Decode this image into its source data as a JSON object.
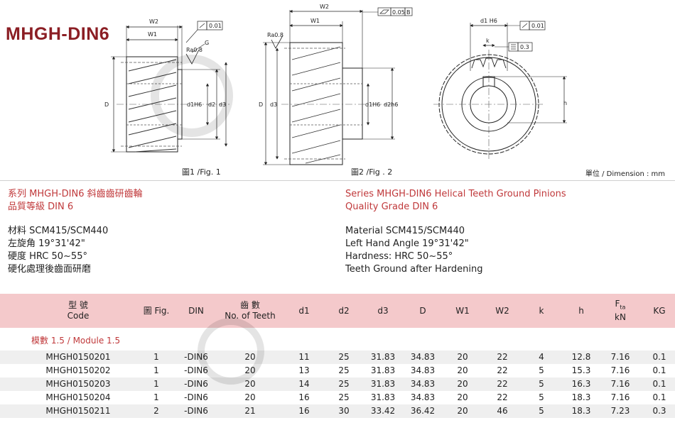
{
  "title": "MHGH-DIN6",
  "figures": {
    "fig1_label": "圖1 /Fig. 1",
    "fig2_label": "圖2 /Fig . 2",
    "unit": "單位 / Dimension : mm",
    "fig1_dims": {
      "w2": "W2",
      "w1": "W1",
      "tol": "0.01",
      "ra": "Ra0.8",
      "g": "G",
      "D": "D",
      "d1": "d1H6",
      "d2": "d2",
      "d3": "d3"
    },
    "fig2_dims": {
      "w2": "W2",
      "w1": "W1",
      "tol": "0.05",
      "ref": "B",
      "ra": "Ra0.8",
      "D": "D",
      "d3": "d3",
      "d1": "d1H6",
      "d2": "d2h6"
    },
    "fig3_dims": {
      "d1": "d1 H6",
      "tol": "0.01",
      "k": "k",
      "sym_tol": "0.3",
      "h": "h"
    }
  },
  "specs": {
    "zh_series": "系列 MHGH-DIN6  斜齒齒研齒輪",
    "zh_quality": "品質等級 DIN 6",
    "en_series": "Series MHGH-DIN6 Helical Teeth Ground Pinions",
    "en_quality": "Quality Grade DIN 6",
    "zh_props": [
      "材料 SCM415/SCM440",
      "左旋角 19°31'42\"",
      "硬度 HRC 50~55°",
      "硬化處理後齒面研磨"
    ],
    "en_props": [
      "Material SCM415/SCM440",
      "Left Hand Angle 19°31'42\"",
      "Hardness: HRC 50~55°",
      "Teeth Ground after Hardening"
    ]
  },
  "table": {
    "headers": {
      "code_zh": "型 號",
      "code_en": "Code",
      "fig": "圖 Fig.",
      "din": "DIN",
      "teeth_zh": "齒      數",
      "teeth_en": "No. of Teeth",
      "d1": "d1",
      "d2": "d2",
      "d3": "d3",
      "D": "D",
      "w1": "W1",
      "w2": "W2",
      "k": "k",
      "h": "h",
      "fta_f": "F",
      "fta_sub": "ta",
      "fta_unit": "kN",
      "kg": "KG"
    },
    "module_label": "模數 1.5  /  Module 1.5",
    "rows": [
      {
        "code": "MHGH0150201",
        "fig": "1",
        "din": "-DIN6",
        "teeth": "20",
        "d1": "11",
        "d2": "25",
        "d3": "31.83",
        "D": "34.83",
        "w1": "20",
        "w2": "22",
        "k": "4",
        "h": "12.8",
        "fta": "7.16",
        "kg": "0.1"
      },
      {
        "code": "MHGH0150202",
        "fig": "1",
        "din": "-DIN6",
        "teeth": "20",
        "d1": "13",
        "d2": "25",
        "d3": "31.83",
        "D": "34.83",
        "w1": "20",
        "w2": "22",
        "k": "5",
        "h": "15.3",
        "fta": "7.16",
        "kg": "0.1"
      },
      {
        "code": "MHGH0150203",
        "fig": "1",
        "din": "-DIN6",
        "teeth": "20",
        "d1": "14",
        "d2": "25",
        "d3": "31.83",
        "D": "34.83",
        "w1": "20",
        "w2": "22",
        "k": "5",
        "h": "16.3",
        "fta": "7.16",
        "kg": "0.1"
      },
      {
        "code": "MHGH0150204",
        "fig": "1",
        "din": "-DIN6",
        "teeth": "20",
        "d1": "16",
        "d2": "25",
        "d3": "31.83",
        "D": "34.83",
        "w1": "20",
        "w2": "22",
        "k": "5",
        "h": "18.3",
        "fta": "7.16",
        "kg": "0.1"
      },
      {
        "code": "MHGH0150211",
        "fig": "2",
        "din": "-DIN6",
        "teeth": "21",
        "d1": "16",
        "d2": "30",
        "d3": "33.42",
        "D": "36.42",
        "w1": "20",
        "w2": "46",
        "k": "5",
        "h": "18.3",
        "fta": "7.23",
        "kg": "0.3"
      }
    ]
  },
  "colors": {
    "brand_red": "#8b1e24",
    "accent_red": "#c0393b",
    "header_pink": "#f4c9cb",
    "row_alt": "#efefef"
  }
}
